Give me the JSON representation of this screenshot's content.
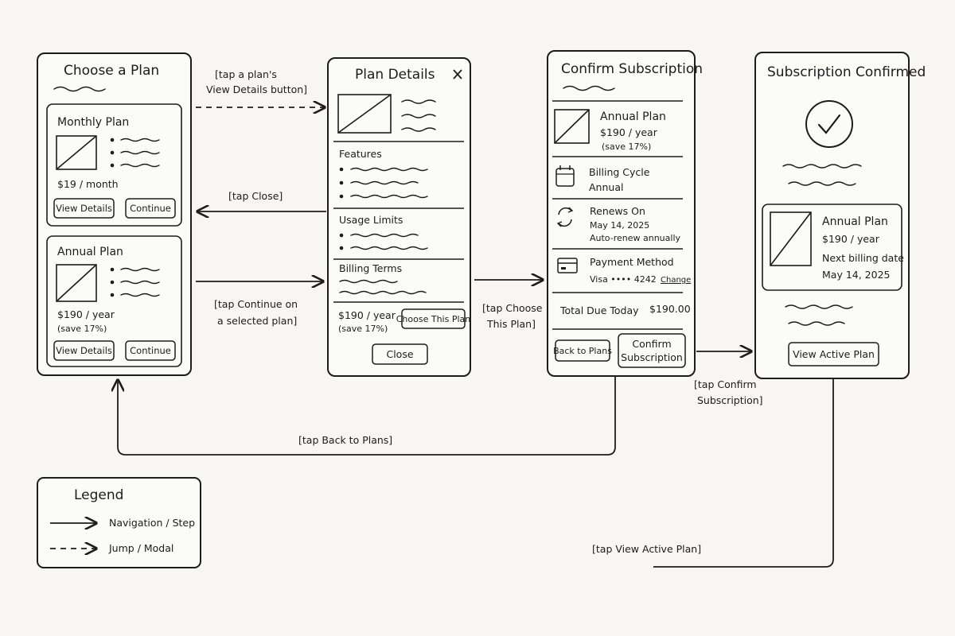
{
  "screens": {
    "choose_plan": {
      "title": "Choose a Plan",
      "monthly": {
        "name": "Monthly Plan",
        "price": "$19  / month",
        "view_details": "View Details",
        "continue": "Continue"
      },
      "annual": {
        "name": "Annual Plan",
        "price": "$190 / year",
        "savings": "(save 17%)",
        "view_details": "View Details",
        "continue": "Continue"
      }
    },
    "plan_details": {
      "title": "Plan Details",
      "features": "Features",
      "usage_limits": "Usage Limits",
      "billing_terms": "Billing Terms",
      "price": "$190 / year",
      "savings": "(save 17%)",
      "choose_button": "Choose This Plan",
      "close_button": "Close"
    },
    "confirm_subscription": {
      "title": "Confirm Subscription",
      "plan_name": "Annual Plan",
      "plan_price": "$190 / year",
      "plan_savings": "(save 17%)",
      "billing_cycle_label": "Billing Cycle",
      "billing_cycle_value": "Annual",
      "renews_label": "Renews On",
      "renews_date": "May 14, 2025",
      "renews_note": "Auto-renew annually",
      "payment_label": "Payment Method",
      "payment_value": "Visa •••• 4242",
      "change_link": "Change",
      "total_label": "Total Due Today",
      "total_value": "$190.00",
      "back_button": "Back to Plans",
      "confirm_button_line1": "Confirm",
      "confirm_button_line2": "Subscription"
    },
    "subscription_confirmed": {
      "title": "Subscription Confirmed",
      "plan_name": "Annual Plan",
      "plan_price": "$190 / year",
      "next_billing_label": "Next billing date",
      "next_billing_date": "May 14, 2025",
      "view_button": "View Active Plan"
    }
  },
  "annotations": {
    "view_details": [
      "[tap a plan's",
      "View Details button]"
    ],
    "close": "[tap Close]",
    "continue": [
      "[tap Continue on",
      "a selected plan]"
    ],
    "choose": [
      "[tap Choose",
      "This Plan]"
    ],
    "confirm": [
      "[tap Confirm",
      "Subscription]"
    ],
    "back": "[tap Back to Plans]",
    "view_active": "[tap View Active Plan]"
  },
  "legend": {
    "title": "Legend",
    "solid": "Navigation / Step",
    "dashed": "Jump / Modal"
  },
  "icons": {
    "modal_close": "close-icon",
    "calendar": "calendar-icon",
    "renew": "refresh-icon",
    "card": "credit-card-icon",
    "check": "checkmark-circle-icon"
  }
}
